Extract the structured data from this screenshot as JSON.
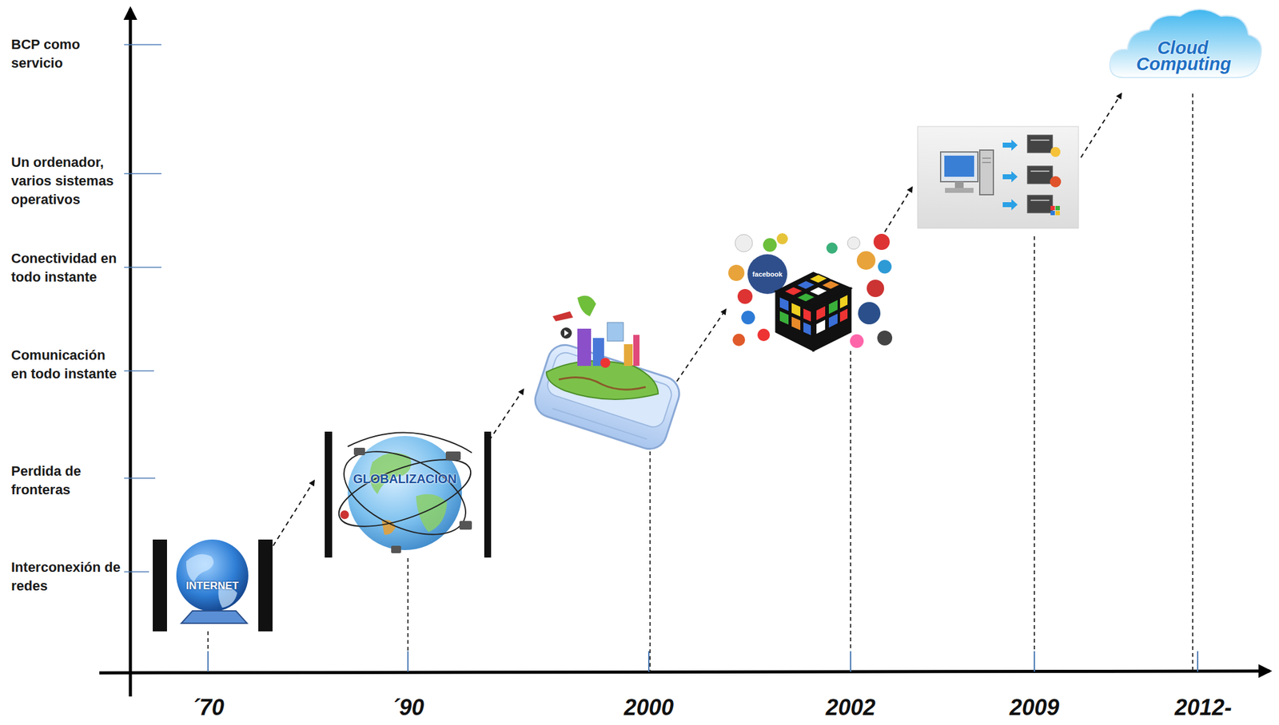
{
  "diagram": {
    "labels": [
      "BCP como servicio",
      "Un ordenador, varios sistemas operativos",
      "Conectividad en todo instante",
      "Comunicación en todo instante",
      "Perdida de fronteras",
      "Interconexión de redes",
      "´70",
      "´90",
      "2000",
      "2002",
      "2009",
      "2012-",
      "INTERNET",
      "GLOBALIZACION",
      "facebook",
      "Cloud Computing"
    ]
  }
}
